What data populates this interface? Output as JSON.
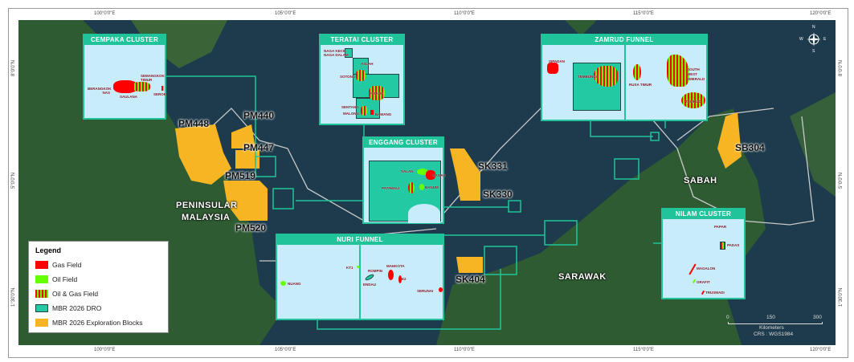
{
  "ticks": {
    "top": [
      "100°0'0\"E",
      "105°0'0\"E",
      "110°0'0\"E",
      "115°0'0\"E",
      "120°0'0\"E"
    ],
    "left": [
      "8°0'0\"N",
      "5°0'0\"N",
      "1°30'0\"N"
    ]
  },
  "regions": {
    "peninsular": "PENINSULAR",
    "malaysia": "MALAYSIA",
    "sarawak": "SARAWAK",
    "sabah": "SABAH"
  },
  "blocks": [
    "PM448",
    "PM440",
    "PM447",
    "PM519",
    "PM520",
    "SK331",
    "SK330",
    "SK404",
    "SB304"
  ],
  "insets": {
    "cempaka": {
      "title": "CEMPAKA CLUSTER",
      "fields": [
        "SEMANGKOK TIMUR",
        "BERANGKOK NAS",
        "SAULANA",
        "SEROK"
      ]
    },
    "teratai": {
      "title": "TERATAI CLUSTER",
      "fields": [
        "NAGA KECIL",
        "NAGA DALAM",
        "ASLAH",
        "SOTONG",
        "INSANG",
        "SENTANG",
        "MALONG",
        "BAWANG"
      ]
    },
    "zamrud": {
      "title": "ZAMRUD FUNNEL",
      "fields": [
        "SIPADAN",
        "TEMBUNGO",
        "RUSA TIMUR",
        "SOUTH",
        "WEST",
        "EMERALD",
        "ZAMRUD"
      ]
    },
    "enggang": {
      "title": "ENGGANG CLUSTER",
      "fields": [
        "SALAN",
        "GAGAU",
        "PATAWALI",
        "BANUM"
      ]
    },
    "nuri": {
      "title": "NURI FUNNEL",
      "fields": [
        "NUANG",
        "KT1",
        "ROMPIN",
        "ENDAU",
        "MAHKOTA",
        "E2",
        "SERUNAI"
      ]
    },
    "nilam": {
      "title": "NILAM CLUSTER",
      "fields": [
        "PAPAR",
        "PADAS",
        "MAGALON",
        "GRAFIT",
        "TRUSMADI"
      ]
    }
  },
  "legend": {
    "title": "Legend",
    "items": [
      {
        "label": "Gas Field",
        "color": "#ff0000"
      },
      {
        "label": "Oil Field",
        "color": "#66ff00"
      },
      {
        "label": "Oil & Gas Field",
        "color": "striped"
      },
      {
        "label": "MBR 2026 DRO",
        "color": "#22c9a2"
      },
      {
        "label": "MBR 2026 Exploration Blocks",
        "color": "#f7b523"
      }
    ]
  },
  "scale": {
    "ticks": [
      "0",
      "150",
      "300"
    ],
    "unit": "Kilometers",
    "crs": "CRS : WGS1984"
  },
  "compass": {
    "n": "N",
    "e": "E",
    "s": "S",
    "w": "W"
  }
}
